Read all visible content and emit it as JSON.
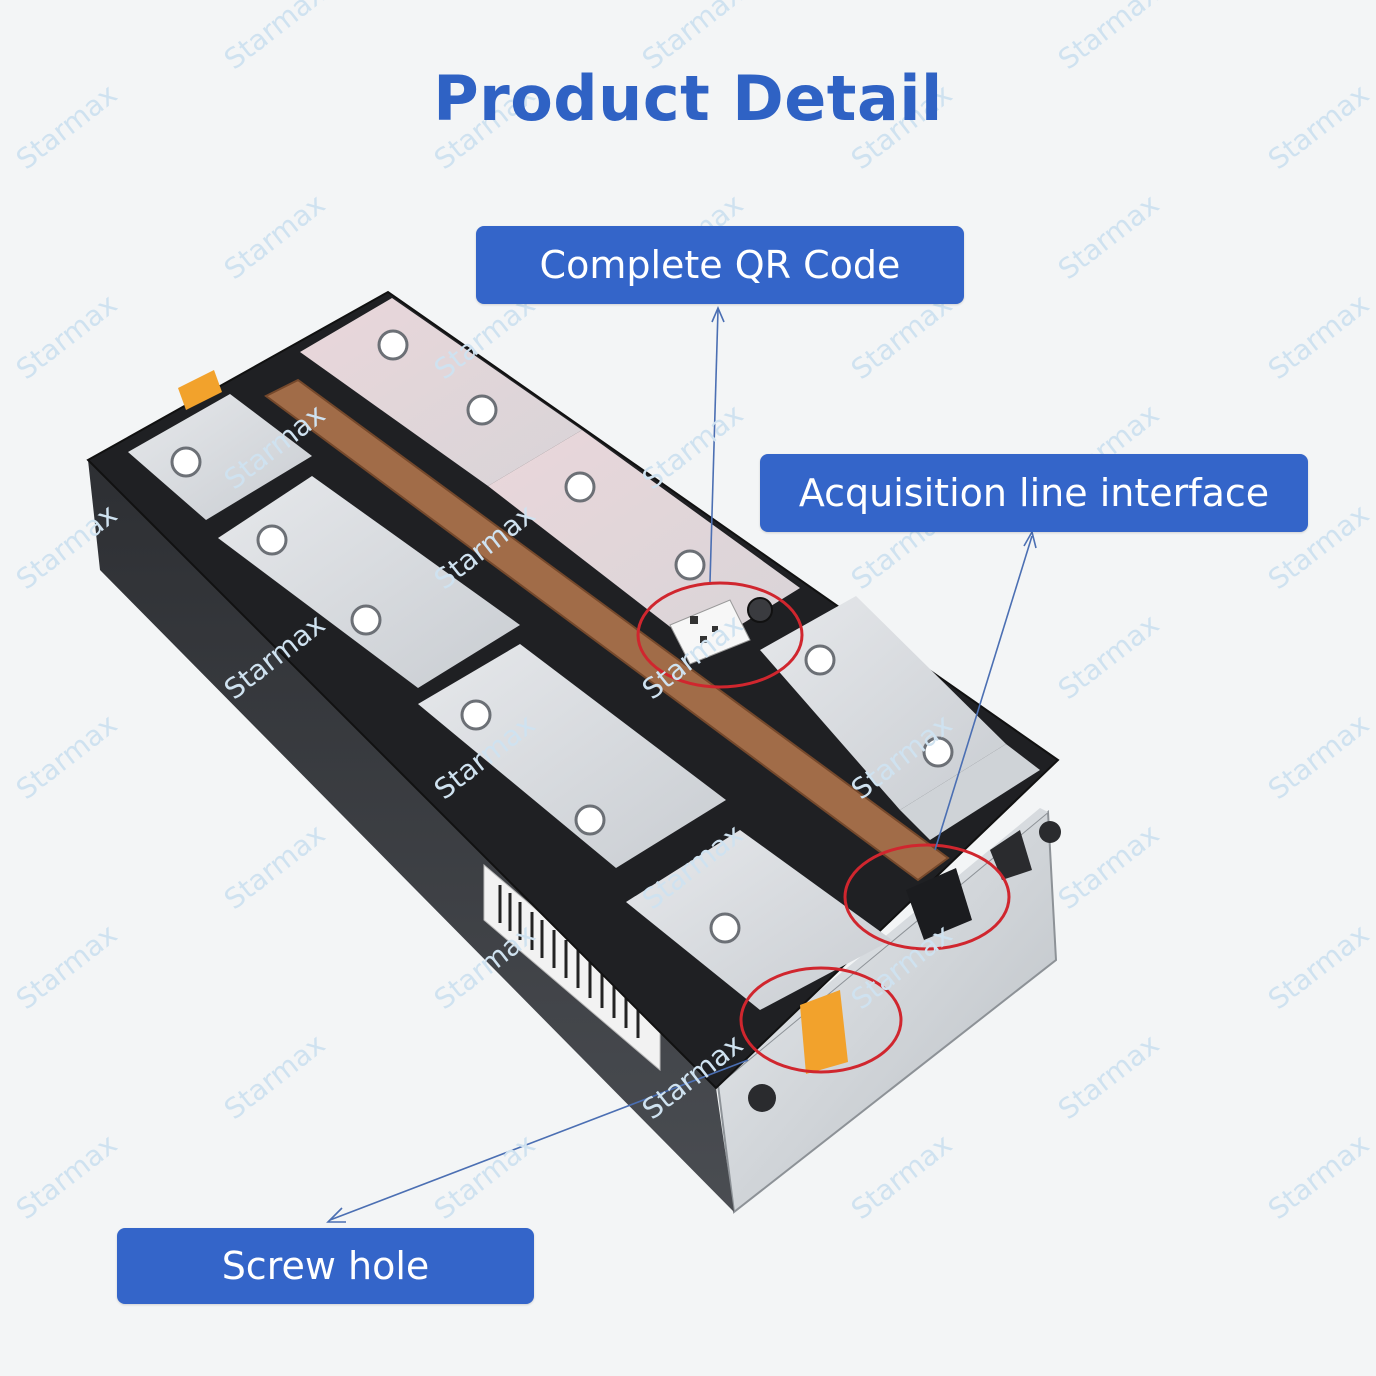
{
  "title": "Product Detail",
  "callouts": {
    "qr_code": "Complete QR Code",
    "acquisition": "Acquisition line interface",
    "screw_hole": "Screw hole"
  },
  "watermark": "Starmax",
  "colors": {
    "accent_blue": "#3465c9",
    "title_blue": "#2f62c4",
    "highlight_red": "#d0262e",
    "pointer_blue": "#4b6fb3",
    "watermark": "#cfe2f0"
  }
}
